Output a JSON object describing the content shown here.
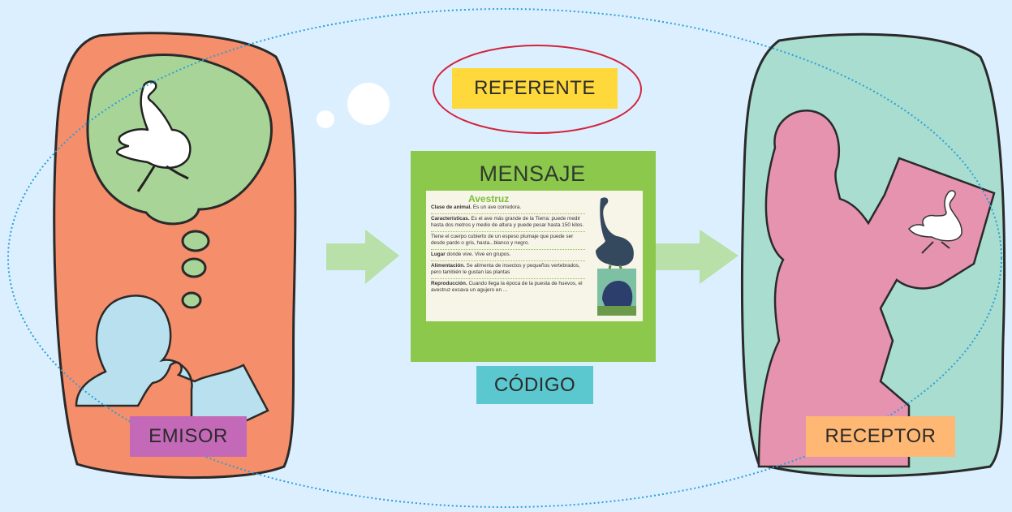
{
  "labels": {
    "referente": "REFERENTE",
    "mensaje": "MENSAJE",
    "codigo": "CÓDIGO",
    "emisor": "EMISOR",
    "receptor": "RECEPTOR"
  },
  "card": {
    "title": "Avestruz",
    "paragraphs": [
      {
        "bold": "Clase de animal.",
        "text": " Es un ave corredora."
      },
      {
        "bold": "Características.",
        "text": " Es el ave más grande de la Tierra: puede medir hasta dos metros y medio de altura y puede pesar hasta 150 kilos."
      },
      {
        "bold": "",
        "text": "Tiene el cuerpo cubierto de un espeso plumaje que puede ser desde pardo o gris, hasta...blanco y negro."
      },
      {
        "bold": "Lugar",
        "text": " donde vive. Vive en grupos."
      },
      {
        "bold": "Alimentación.",
        "text": " Se alimenta de insectos y pequeños vertebrados, pero también le gustan las plantas"
      },
      {
        "bold": "Reproducción.",
        "text": " Cuando llega la época de la puesta de huevos, el avestruz excava un agujero en ..."
      }
    ]
  },
  "colors": {
    "background": "#dcefff",
    "emisor_panel": "#f58e6a",
    "receptor_panel": "#a8ddd0",
    "thought_bubble": "#a8d597",
    "person_emisor": "#b9e0ee",
    "person_receptor": "#e593ae",
    "message_panel": "#8cc84b",
    "arrow": "#b8e0a8",
    "referente_ellipse": "#d1253a",
    "outline_ellipse": "#2b9fd8"
  },
  "icons": [
    "ostrich-icon",
    "person-writing-silhouette",
    "person-reading-silhouette",
    "thought-bubble"
  ]
}
